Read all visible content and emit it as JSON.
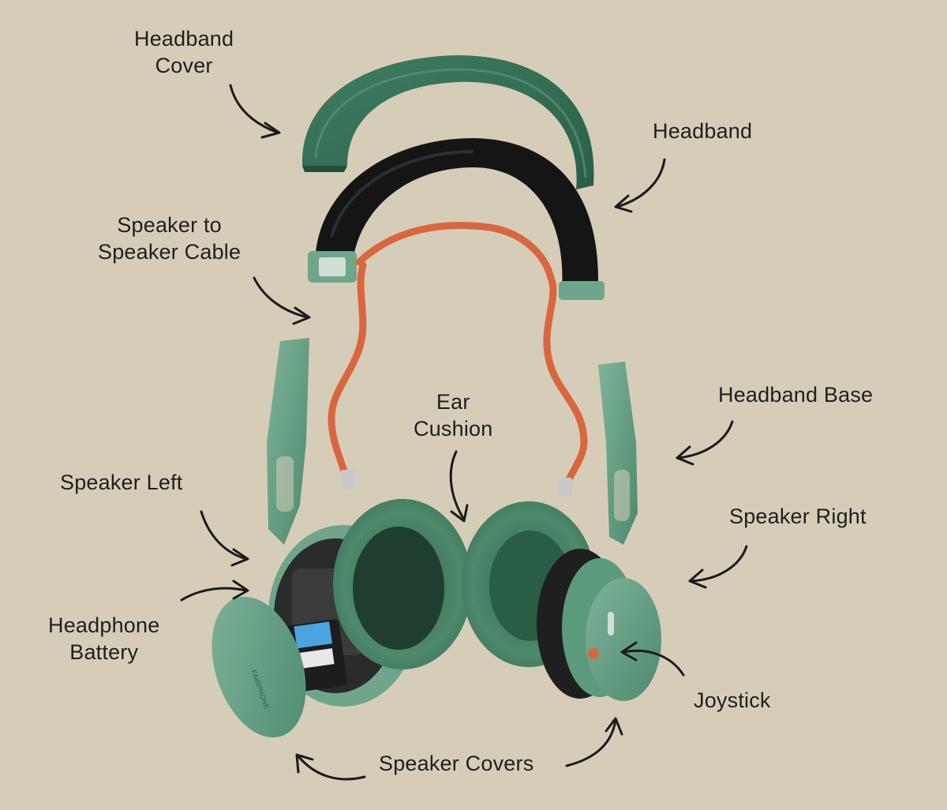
{
  "brand_text": "FAIRPHONE",
  "colors": {
    "background": "#d6cdb8",
    "housing_green": "#5f9a7e",
    "dark_green": "#2f6a50",
    "headband_black": "#141414",
    "cable_orange": "#d8673f",
    "label_text": "#1f1f1f"
  },
  "labels": {
    "headband_cover": [
      "Headband",
      "Cover"
    ],
    "headband": "Headband",
    "speaker_cable": [
      "Speaker to",
      "Speaker Cable"
    ],
    "ear_cushion": [
      "Ear",
      "Cushion"
    ],
    "headband_base": "Headband Base",
    "speaker_left": "Speaker Left",
    "speaker_right": "Speaker Right",
    "headphone_battery": [
      "Headphone",
      "Battery"
    ],
    "joystick": "Joystick",
    "speaker_covers": "Speaker Covers"
  }
}
